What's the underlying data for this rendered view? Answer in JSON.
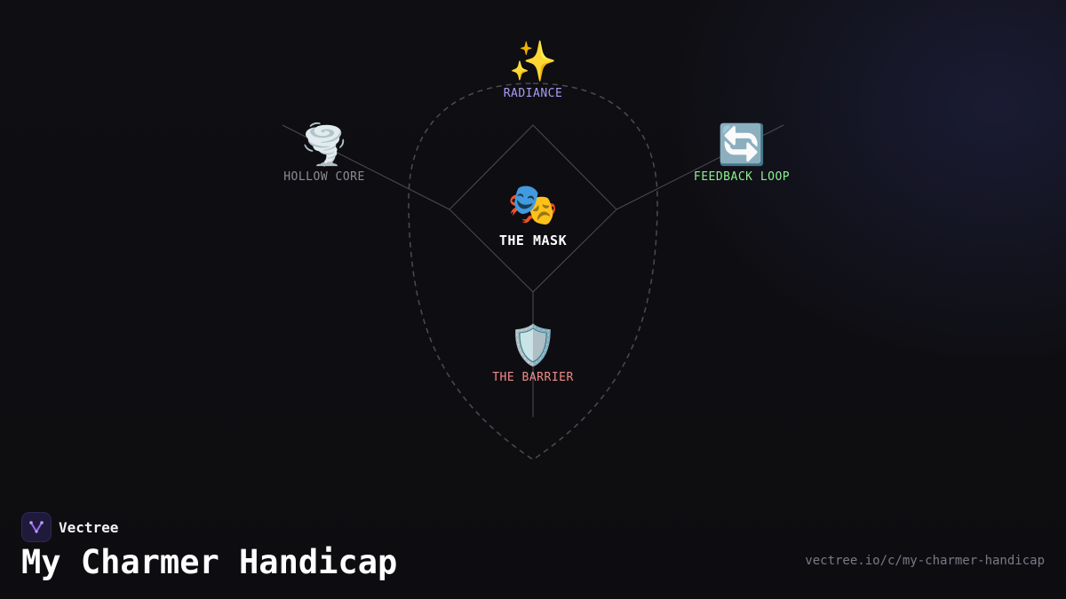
{
  "diagram": {
    "nodes": [
      {
        "id": "radiance",
        "label": "RADIANCE",
        "emoji": "✨",
        "color": "#a79cf5"
      },
      {
        "id": "hollow_core",
        "label": "HOLLOW CORE",
        "emoji": "🌪️",
        "color": "#8b8b95"
      },
      {
        "id": "feedback_loop",
        "label": "FEEDBACK LOOP",
        "emoji": "🔄",
        "color": "#8ef08e"
      },
      {
        "id": "the_mask",
        "label": "THE MASK",
        "emoji": "🎭",
        "color": "#ffffff"
      },
      {
        "id": "the_barrier",
        "label": "THE BARRIER",
        "emoji": "🛡️",
        "color": "#f08a8a"
      }
    ]
  },
  "footer": {
    "brand_name": "Vectree",
    "title": "My Charmer Handicap",
    "url": "vectree.io/c/my-charmer-handicap"
  },
  "colors": {
    "background": "#0f0f13",
    "line": "#4a4a52",
    "shield_outline": "#4a4a52",
    "logo_accent": "#9b6cf0"
  }
}
